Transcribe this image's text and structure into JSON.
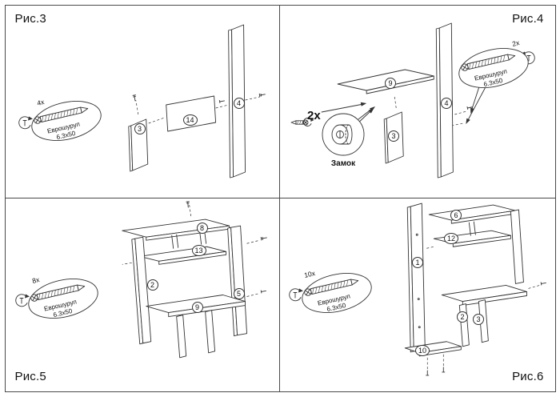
{
  "sheet": {
    "background": "#ffffff",
    "line_color": "#333333"
  },
  "figures": {
    "fig3": {
      "label": "Рис.3",
      "screw_callout": {
        "qty": "4x",
        "name": "Еврошуруп",
        "size": "6.3x50"
      },
      "parts": {
        "small_panel": "3",
        "back_panel": "14",
        "side_panel": "4"
      }
    },
    "fig4": {
      "label": "Рис.4",
      "screw_callout": {
        "qty": "2x",
        "name": "Еврошуруп",
        "size": "6.3x50"
      },
      "lock_callout": {
        "qty": "2x",
        "label": "Замок"
      },
      "parts": {
        "top_panel": "9",
        "small_panel": "3",
        "side_panel": "4"
      }
    },
    "fig5": {
      "label": "Рис.5",
      "screw_callout": {
        "qty": "8x",
        "name": "Еврошуруп",
        "size": "6.3x50"
      },
      "parts": {
        "top_shelf": "8",
        "mid_shelf": "13",
        "left_panel": "2",
        "desktop": "9",
        "right_panel": "5"
      }
    },
    "fig6": {
      "label": "Рис.6",
      "screw_callout": {
        "qty": "10x",
        "name": "Еврошуруп",
        "size": "6.3x50"
      },
      "parts": {
        "top_shelf": "6",
        "mid_shelf": "12",
        "tall_panel": "1",
        "support_left": "2",
        "support_right": "3",
        "bottom_shelf": "10"
      }
    }
  }
}
